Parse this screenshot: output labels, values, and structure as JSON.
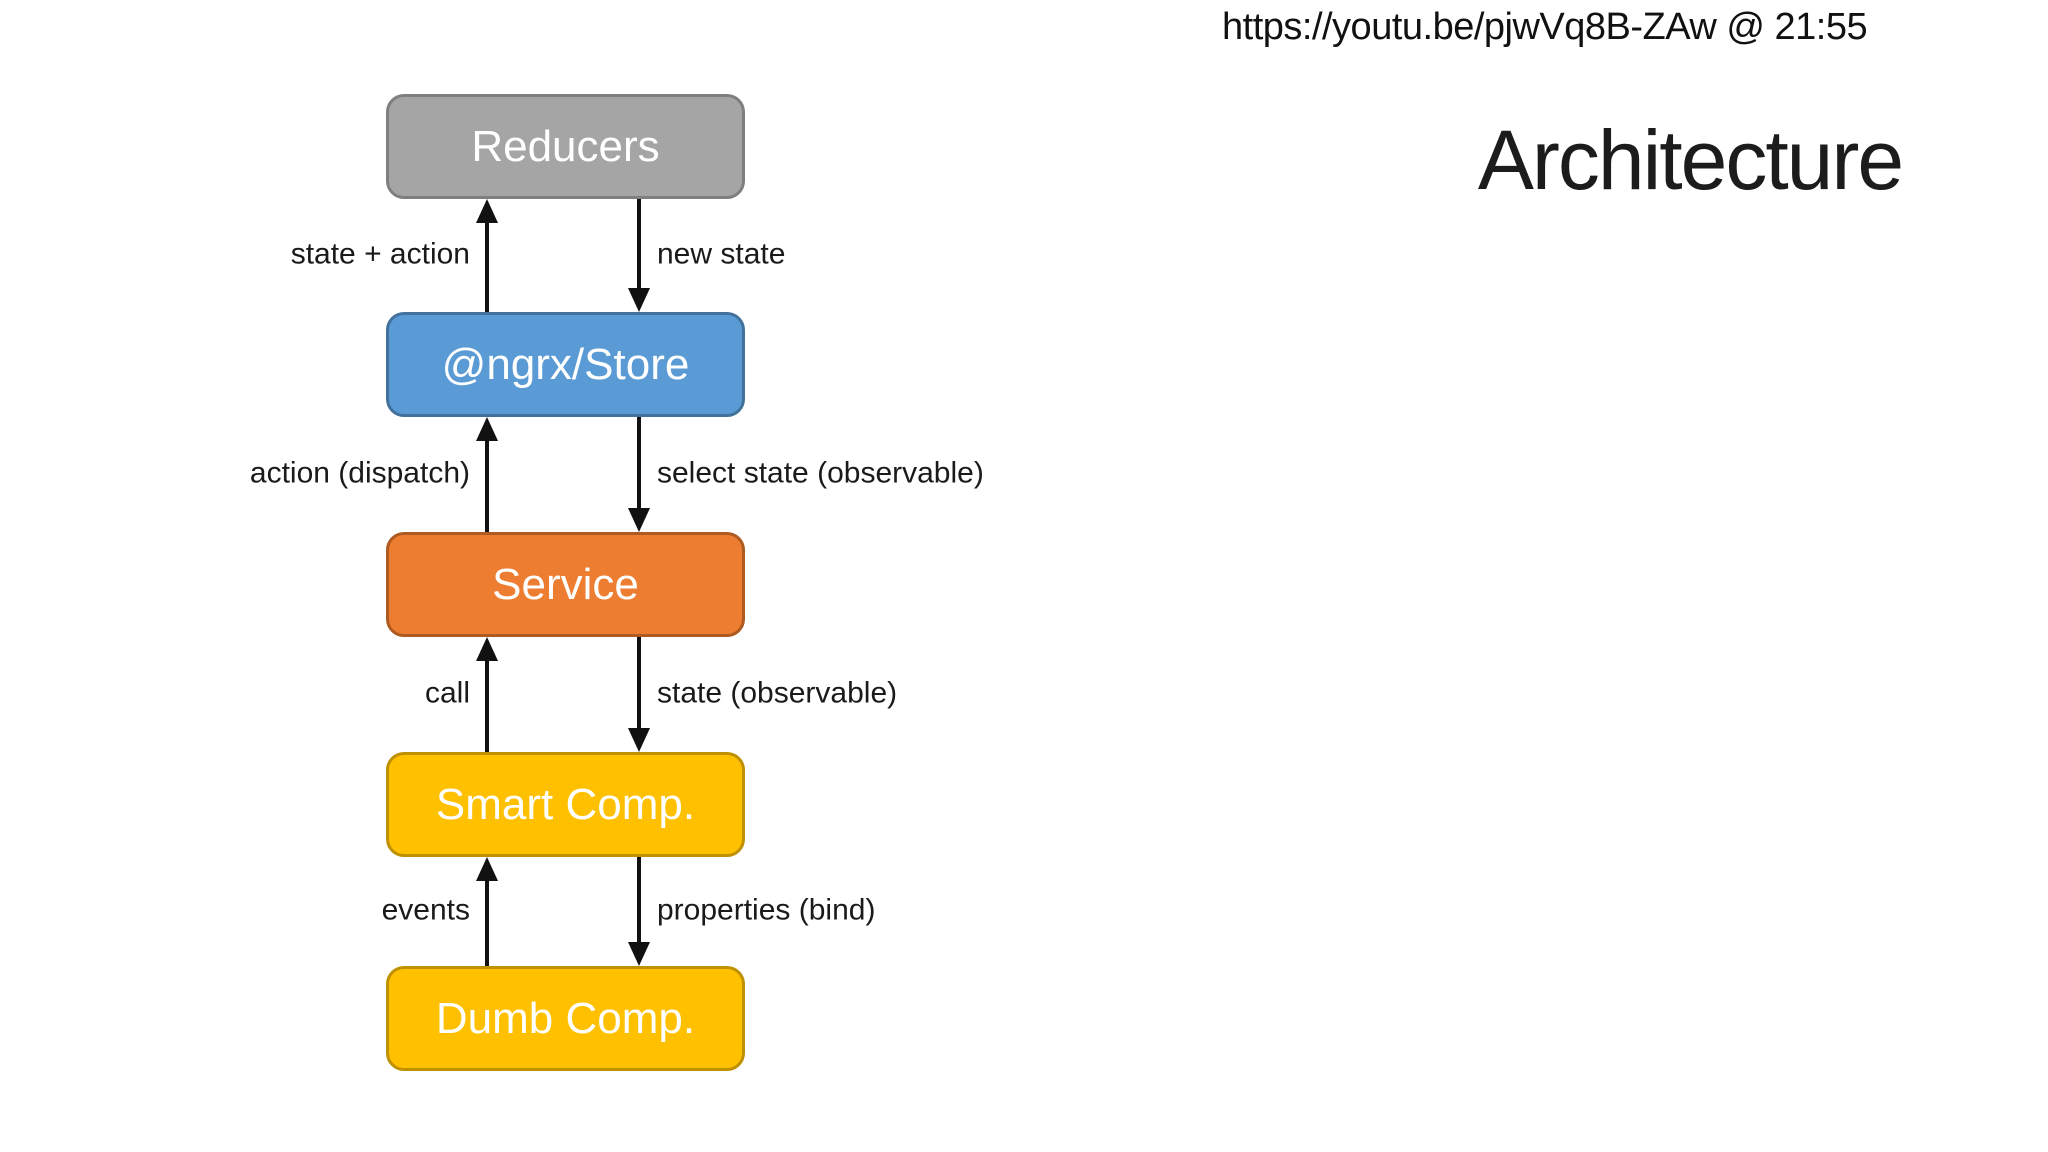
{
  "page": {
    "source_note": "https://youtu.be/pjwVq8B-ZAw @ 21:55",
    "title": "Architecture"
  },
  "colors": {
    "background": "#ffffff",
    "text": "#1a1a1a",
    "arrow": "#111111",
    "node_text": "#ffffff"
  },
  "diagram": {
    "nodes": [
      {
        "id": "reducers",
        "label": "Reducers",
        "fill": "#a5a5a5",
        "border": "#7f7f7f"
      },
      {
        "id": "store",
        "label": "@ngrx/Store",
        "fill": "#5b9bd5",
        "border": "#41719c"
      },
      {
        "id": "service",
        "label": "Service",
        "fill": "#ed7d31",
        "border": "#ae5a21"
      },
      {
        "id": "smart",
        "label": "Smart Comp.",
        "fill": "#ffc000",
        "border": "#bf9000"
      },
      {
        "id": "dumb",
        "label": "Dumb Comp.",
        "fill": "#ffc000",
        "border": "#bf9000"
      }
    ],
    "links": [
      {
        "from": "store",
        "to": "reducers",
        "up_label": "state + action",
        "down_label": "new state"
      },
      {
        "from": "service",
        "to": "store",
        "up_label": "action (dispatch)",
        "down_label": "select state (observable)"
      },
      {
        "from": "smart",
        "to": "service",
        "up_label": "call",
        "down_label": "state (observable)"
      },
      {
        "from": "dumb",
        "to": "smart",
        "up_label": "events",
        "down_label": "properties (bind)"
      }
    ]
  }
}
